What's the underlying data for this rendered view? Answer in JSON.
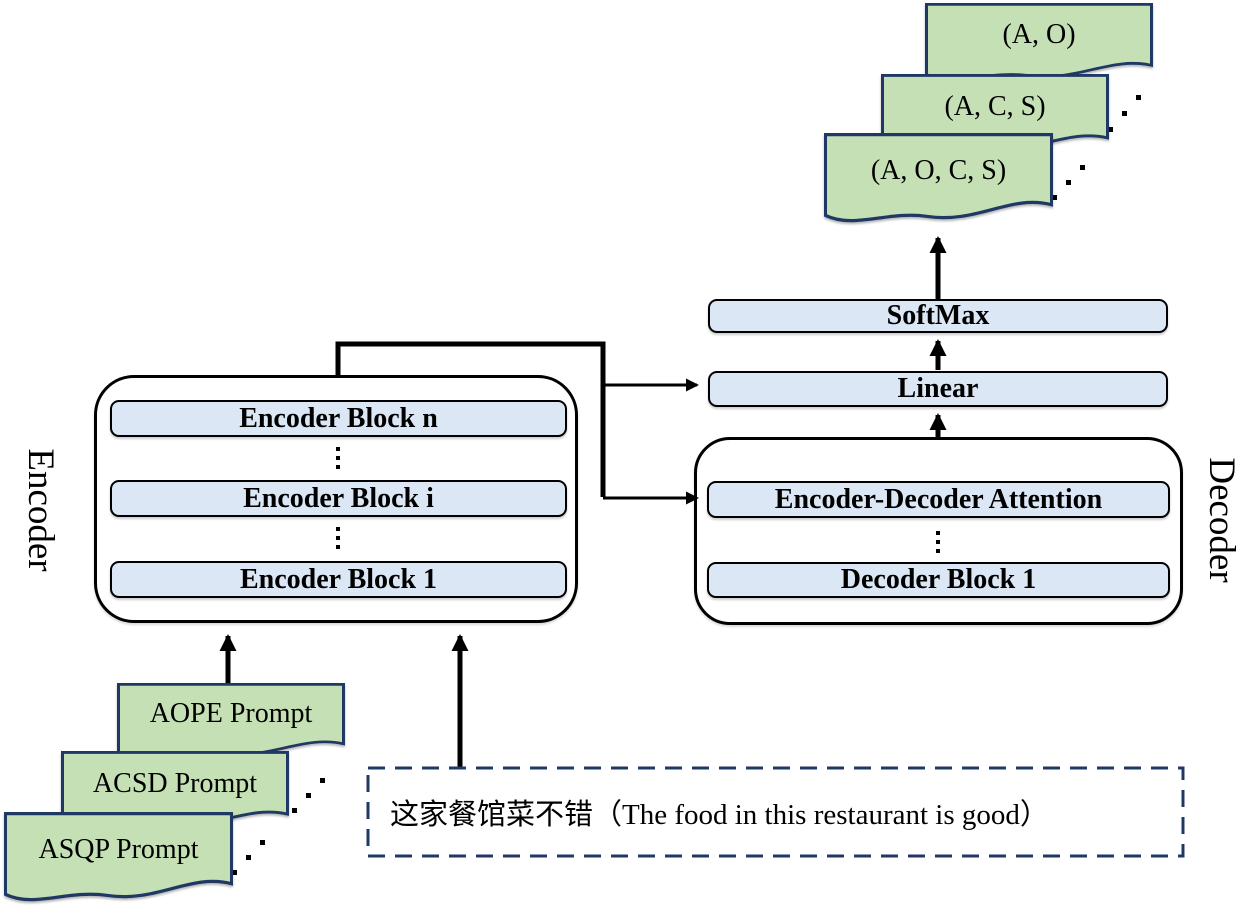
{
  "palette": {
    "doc_fill": "#c5e0b4",
    "doc_border": "#1f3864",
    "block_fill": "#dbe7f5",
    "block_border": "#000000",
    "container_border": "#000000",
    "arrow_color": "#000000",
    "input_border": "#1f3864"
  },
  "outputs": {
    "docs": [
      "(A, O)",
      "(A, C, S)",
      "(A, O, C, S)"
    ]
  },
  "head": {
    "softmax": "SoftMax",
    "linear": "Linear"
  },
  "decoder": {
    "label": "Decoder",
    "attention_block": "Encoder-Decoder Attention",
    "block_1": "Decoder Block 1",
    "ellipsis": "⋮"
  },
  "encoder": {
    "label": "Encoder",
    "block_n": "Encoder Block n",
    "block_i": "Encoder Block i",
    "block_1": "Encoder Block 1",
    "ellipsis": "⋮"
  },
  "prompts": {
    "docs": [
      "AOPE Prompt",
      "ACSD Prompt",
      "ASQP Prompt"
    ]
  },
  "input": {
    "sentence": "这家餐馆菜不错（The food in this restaurant is good）"
  }
}
